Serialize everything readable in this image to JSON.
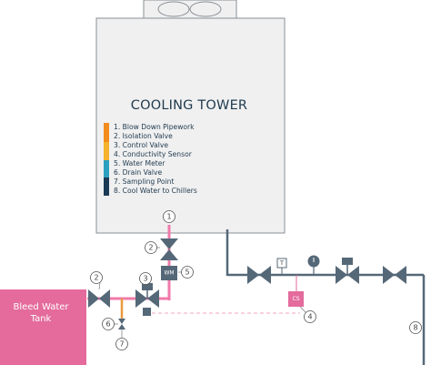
{
  "tower": {
    "title": "COOLING TOWER",
    "fill_color": "#f0f0f1",
    "stroke_color": "#8a8f94"
  },
  "legend": {
    "items": [
      {
        "label": "1. Blow Down Pipework",
        "color": "#f28c1c"
      },
      {
        "label": "2. Isolation Valve",
        "color": "#f28c1c"
      },
      {
        "label": "3. Control Valve",
        "color": "#f5b22c"
      },
      {
        "label": "4. Conductivity Sensor",
        "color": "#f5b22c"
      },
      {
        "label": "5. Water Meter",
        "color": "#2b9fbf"
      },
      {
        "label": "6. Drain Valve",
        "color": "#1b3a55"
      },
      {
        "label": "7. Sampling Point",
        "color": "#1b3a55"
      },
      {
        "label": "8. Cool Water to Chillers",
        "color": "#1b3a55"
      }
    ]
  },
  "tank": {
    "line1": "Bleed Water",
    "line2": "Tank",
    "color": "#e46b9c"
  },
  "components": {
    "water_meter": "WM",
    "conductivity_sensor": "CS",
    "temperature_gauge": "T"
  },
  "callouts": {
    "blow_down": "1",
    "isolation_valve_top": "2",
    "isolation_valve_left": "2",
    "control_valve": "3",
    "conductivity_sensor": "4",
    "water_meter": "5",
    "drain_valve": "6",
    "sampling_point": "7",
    "chillers": "8"
  },
  "colors": {
    "pipe_grey": "#556878",
    "pipe_pink": "#f07aaa",
    "pipe_orange": "#e89a3c",
    "sensor_pink": "#e46b9c",
    "signal_dashed": "#f0a6c4"
  }
}
